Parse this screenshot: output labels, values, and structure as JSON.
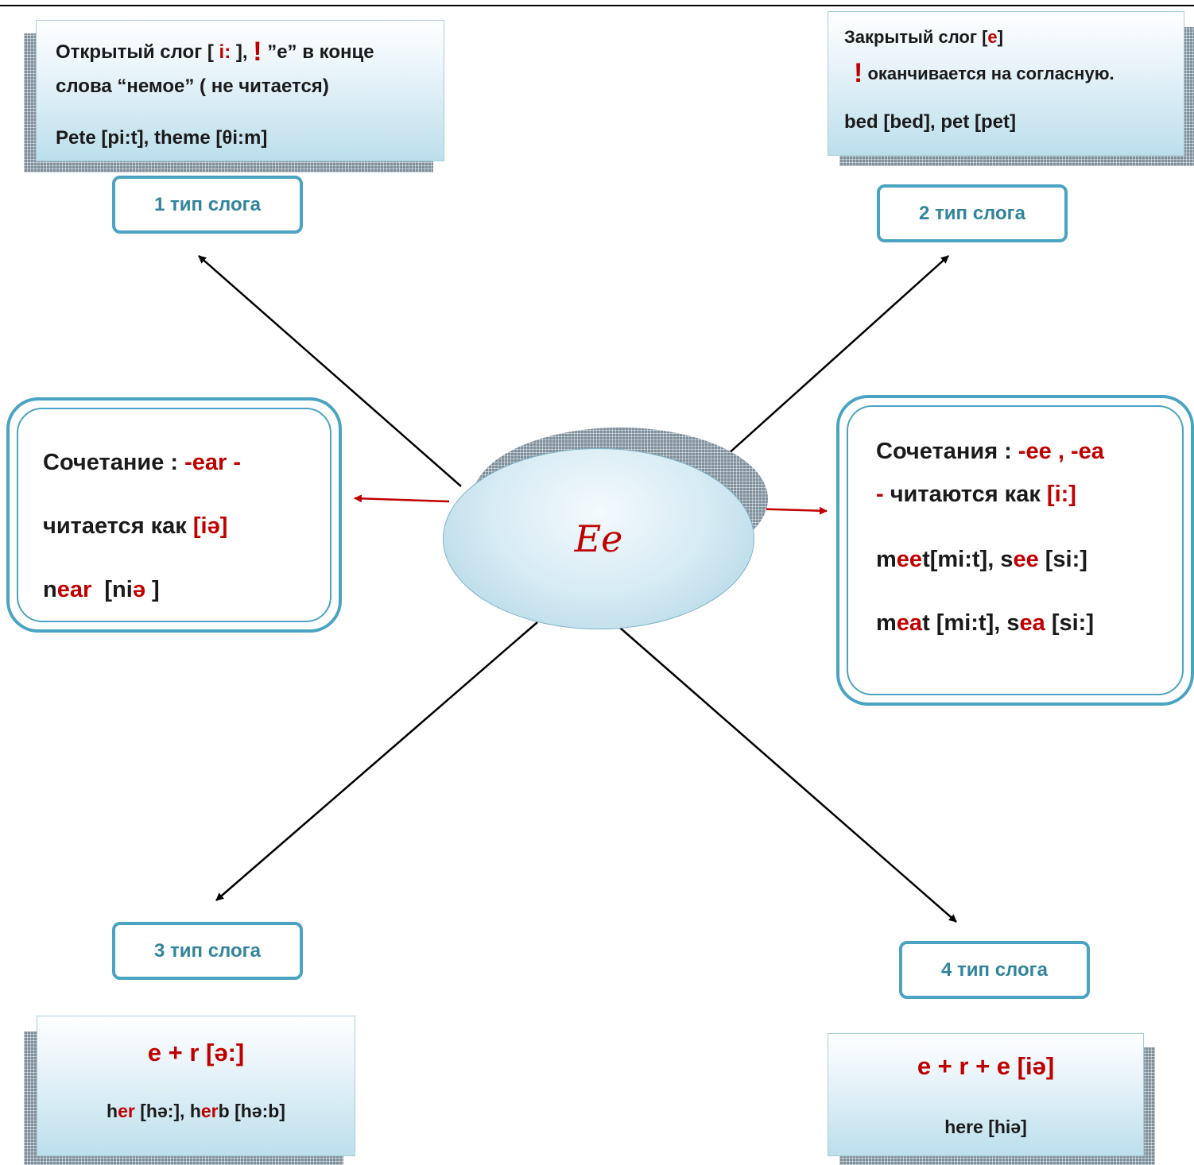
{
  "central": {
    "letter": "Ee"
  },
  "open_syllable": {
    "line1_a": "Открытый слог  [ ",
    "line1_sound": "i:",
    "line1_b": " ],  ",
    "mark": "!",
    "line1_c": " ”e” в конце",
    "line2": "слова “немое” ( не читается)",
    "examples": "Pete [pi:t], theme [θi:m]",
    "label": "1 тип слога"
  },
  "closed_syllable": {
    "line1_a": "Закрытый слог  [",
    "line1_sound": "e",
    "line1_b": "]",
    "mark": "!",
    "line2": " оканчивается на согласную.",
    "examples": "bed [bed], pet [pet]",
    "label": "2 тип слога"
  },
  "ear_combo": {
    "line1_a": "Сочетание :  ",
    "line1_red": "-ear  -",
    "line2_a": "читается как ",
    "line2_red": "[iə]",
    "ex_n": "n",
    "ex_ear": "ear",
    "ex_b": "  [ni",
    "ex_schwa": "ə",
    "ex_c": " ]"
  },
  "ee_ea_combo": {
    "line1_a": "Сочетания : ",
    "line1_red": "-ee , -ea",
    "line2_red": "- ",
    "line2_a": "читаются как ",
    "line2_sound": "[i:]",
    "ex1_m": "m",
    "ex1_ee": "ee",
    "ex1_b": "t[mi:t], s",
    "ex1_ee2": "ee",
    "ex1_c": " [si:]",
    "ex2_m": "m",
    "ex2_ea": "ea",
    "ex2_b": "t [mi:t], s",
    "ex2_ea2": "ea",
    "ex2_c": " [si:]"
  },
  "third_syllable": {
    "label": "3 тип слога",
    "formula": "e + r [ə:]",
    "ex_h1": "h",
    "ex_er1": "er",
    "ex_mid": " [hə:], h",
    "ex_er2": "er",
    "ex_end": "b [hə:b]"
  },
  "fourth_syllable": {
    "label": "4 тип слога",
    "formula": "e + r + e [iə]",
    "example": "here [hiə]"
  },
  "colors": {
    "accent": "#4ba3c3",
    "label_text": "#31849b",
    "highlight": "#c00000"
  }
}
